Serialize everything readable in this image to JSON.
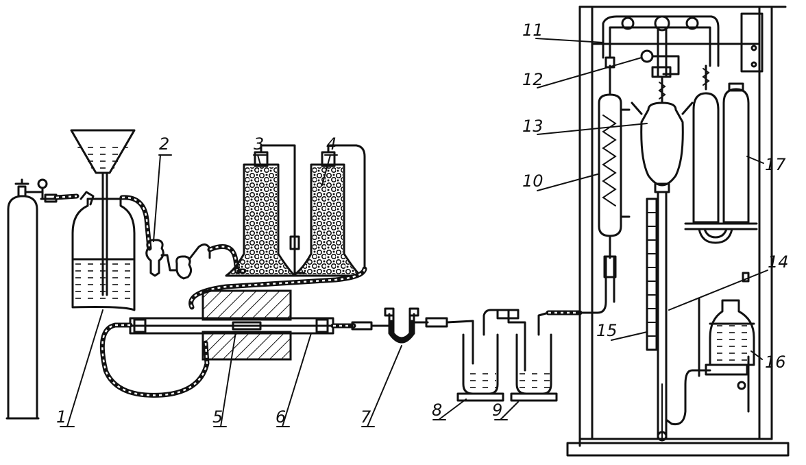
{
  "figure": {
    "labels": [
      "1",
      "2",
      "3",
      "4",
      "5",
      "6",
      "7",
      "8",
      "9",
      "10",
      "11",
      "12",
      "13",
      "14",
      "15",
      "16",
      "17"
    ]
  }
}
